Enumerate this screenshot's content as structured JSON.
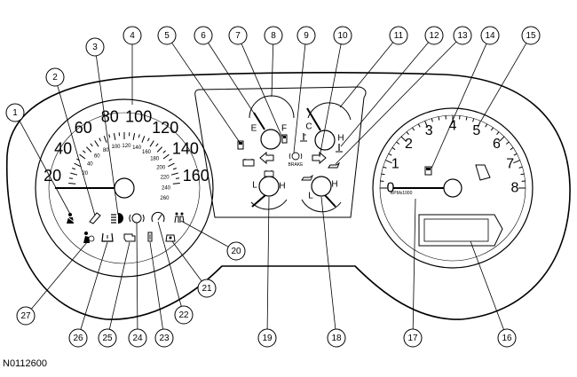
{
  "figure_id": "N0112600",
  "callouts": [
    "1",
    "2",
    "3",
    "4",
    "5",
    "6",
    "7",
    "8",
    "9",
    "10",
    "11",
    "12",
    "13",
    "14",
    "15",
    "16",
    "17",
    "18",
    "19",
    "20",
    "21",
    "22",
    "23",
    "24",
    "25",
    "26",
    "27"
  ],
  "speedometer": {
    "outer_labels": [
      "20",
      "40",
      "60",
      "80",
      "100",
      "120",
      "140",
      "160"
    ],
    "inner_labels": [
      "20",
      "40",
      "60",
      "80",
      "100",
      "120",
      "140",
      "160",
      "180",
      "200",
      "220",
      "240",
      "260"
    ]
  },
  "fuel_gauge": {
    "empty": "E",
    "full": "F"
  },
  "temp_gauge": {
    "cold": "C",
    "hot": "H"
  },
  "brake_label": "BRAKE",
  "charging_gauge": {
    "low": "L",
    "high": "H"
  },
  "oil_gauge": {
    "low": "L",
    "high": "H"
  },
  "tachometer": {
    "labels": [
      "0",
      "1",
      "2",
      "3",
      "4",
      "5",
      "6",
      "7",
      "8"
    ],
    "unit": "RPMx1000"
  }
}
